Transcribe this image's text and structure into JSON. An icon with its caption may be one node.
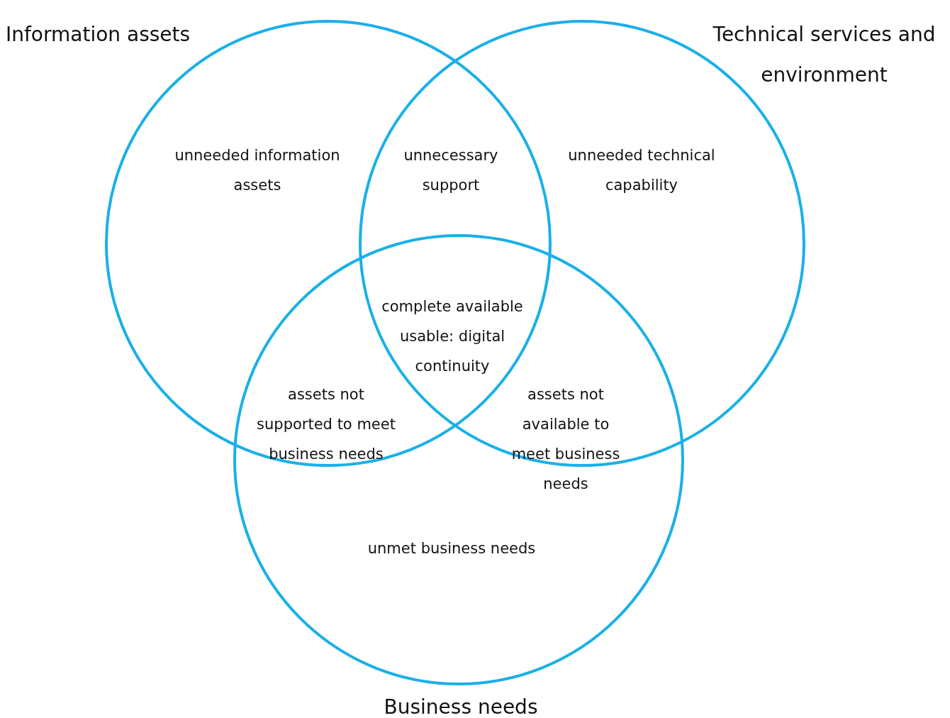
{
  "diagram": {
    "nodes": [
      {
        "text": [
          "Information assets",
          "unneeded information assets"
        ]
      },
      {
        "text": [
          "Technical services and environment",
          "unneeded technical capability"
        ]
      },
      {
        "text": [
          "unmet business needs",
          "Business needs"
        ]
      }
    ],
    "labels": [
      "unnecessary support",
      "complete available usable: digital continuity",
      "assets not supported to meet business needs",
      "assets not available to meet business needs"
    ]
  }
}
